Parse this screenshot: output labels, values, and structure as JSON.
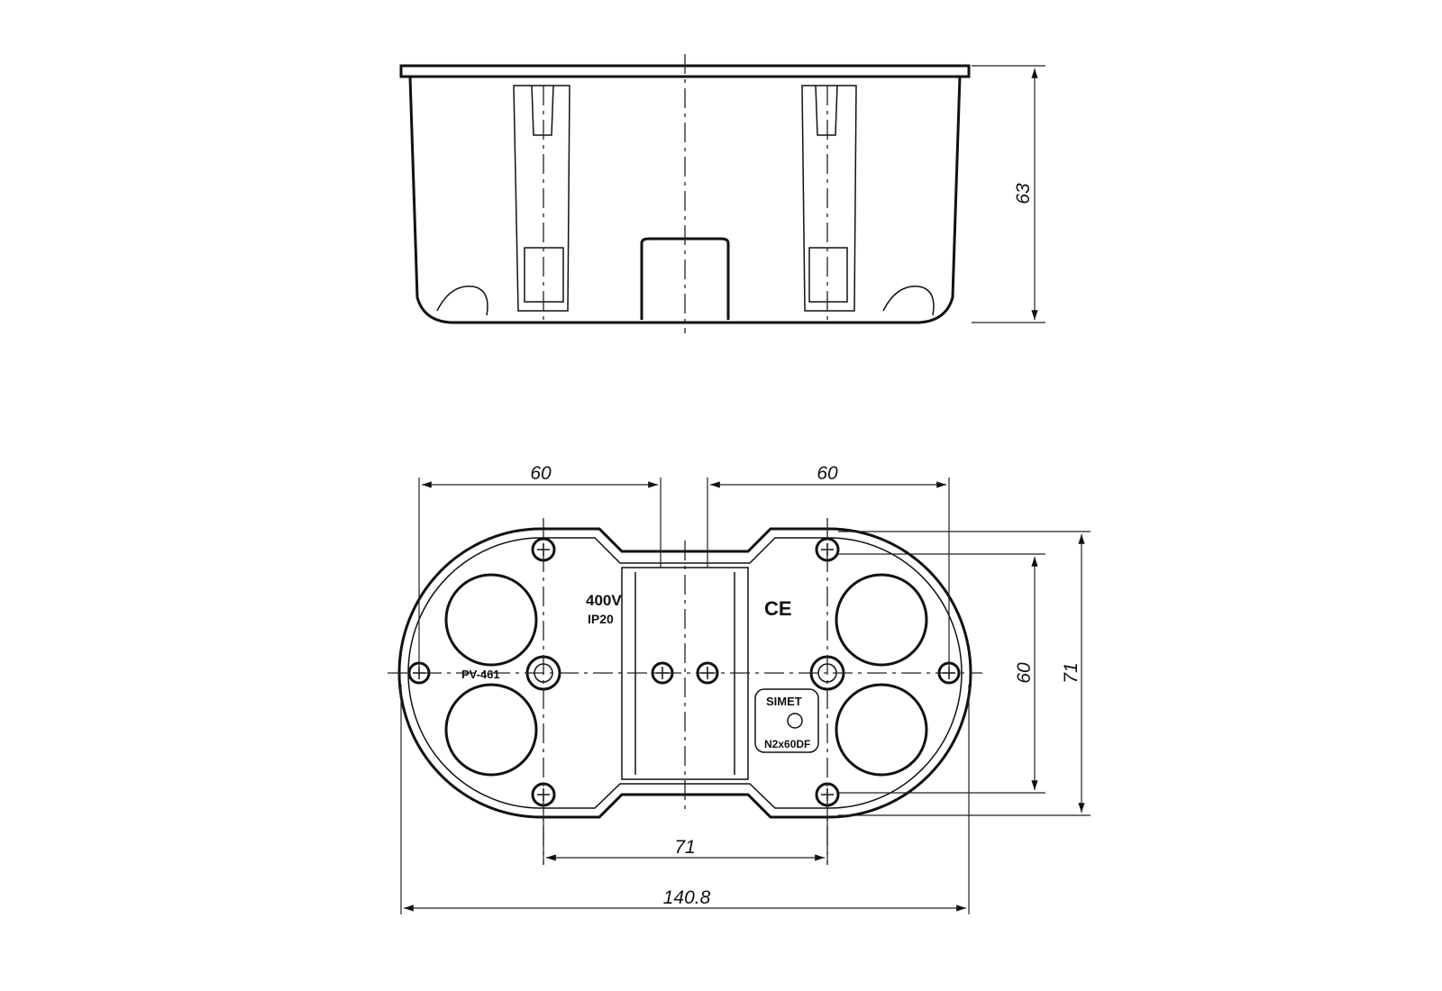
{
  "dimensions": {
    "height_side": "63",
    "width_left_cavity": "60",
    "width_right_cavity": "60",
    "inner_height": "60",
    "outer_height": "71",
    "center_distance": "71",
    "total_width": "140.8"
  },
  "markings": {
    "voltage": "400V",
    "ip_rating": "IP20",
    "model": "PV-461",
    "ce": "CE",
    "brand": "SIMET",
    "code": "N2x60DF"
  }
}
